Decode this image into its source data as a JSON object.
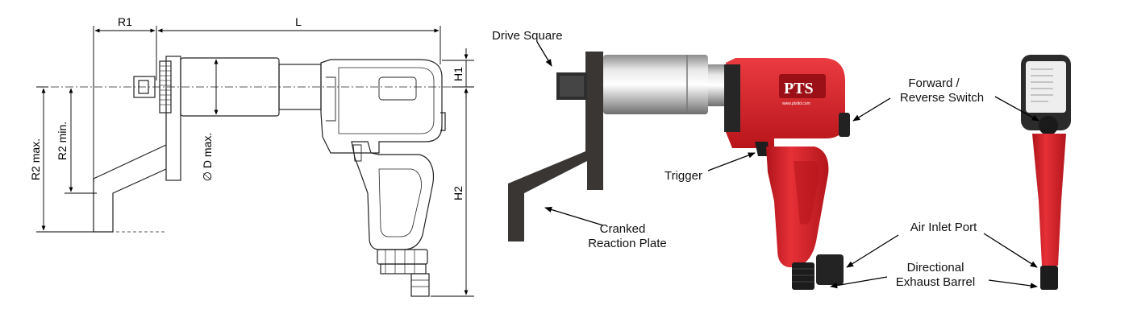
{
  "dimensions": {
    "r1": "R1",
    "l": "L",
    "h1": "H1",
    "h2": "H2",
    "r2_max": "R2 max.",
    "r2_min": "R2 min.",
    "d_max": "∅ D max."
  },
  "callouts": {
    "drive_square": "Drive Square",
    "cranked_line1": "Cranked",
    "cranked_line2": "Reaction Plate",
    "trigger": "Trigger",
    "forward_line1": "Forward /",
    "forward_line2": "Reverse Switch",
    "air_inlet": "Air Inlet Port",
    "exhaust_line1": "Directional",
    "exhaust_line2": "Exhaust Barrel"
  },
  "brand": {
    "logo": "PTS",
    "url": "www.ptsltd.com",
    "accent_red": "#d8232a",
    "dark": "#2a2a2a"
  }
}
